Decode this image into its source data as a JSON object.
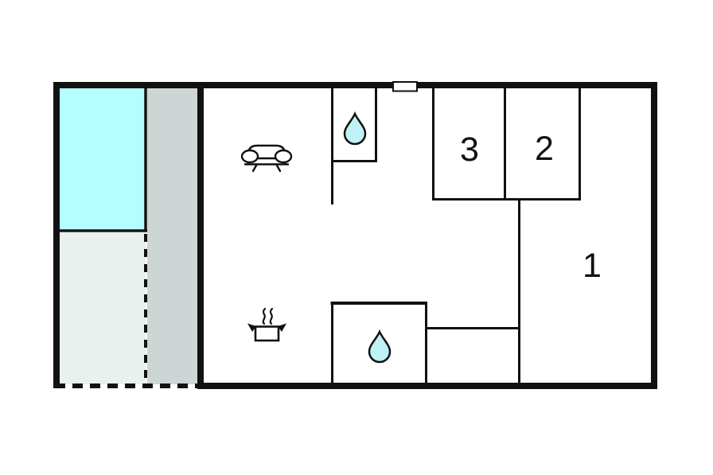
{
  "plan": {
    "kind": "floor-plan",
    "rooms": [
      {
        "name": "room-1",
        "label": "1"
      },
      {
        "name": "room-2",
        "label": "2"
      },
      {
        "name": "room-3",
        "label": "3"
      }
    ],
    "icons": [
      {
        "name": "sofa-icon"
      },
      {
        "name": "water-drop-icon"
      },
      {
        "name": "water-drop-icon"
      },
      {
        "name": "cooking-pot-icon"
      },
      {
        "name": "window-marker"
      }
    ],
    "colors": {
      "wall": "#111111",
      "cyan_area": "#b3feff",
      "gray_area": "#cdd5d5",
      "light_gray_area": "#e9f0ee",
      "water_drop": "#bff2f5",
      "background": "#ffffff"
    }
  }
}
